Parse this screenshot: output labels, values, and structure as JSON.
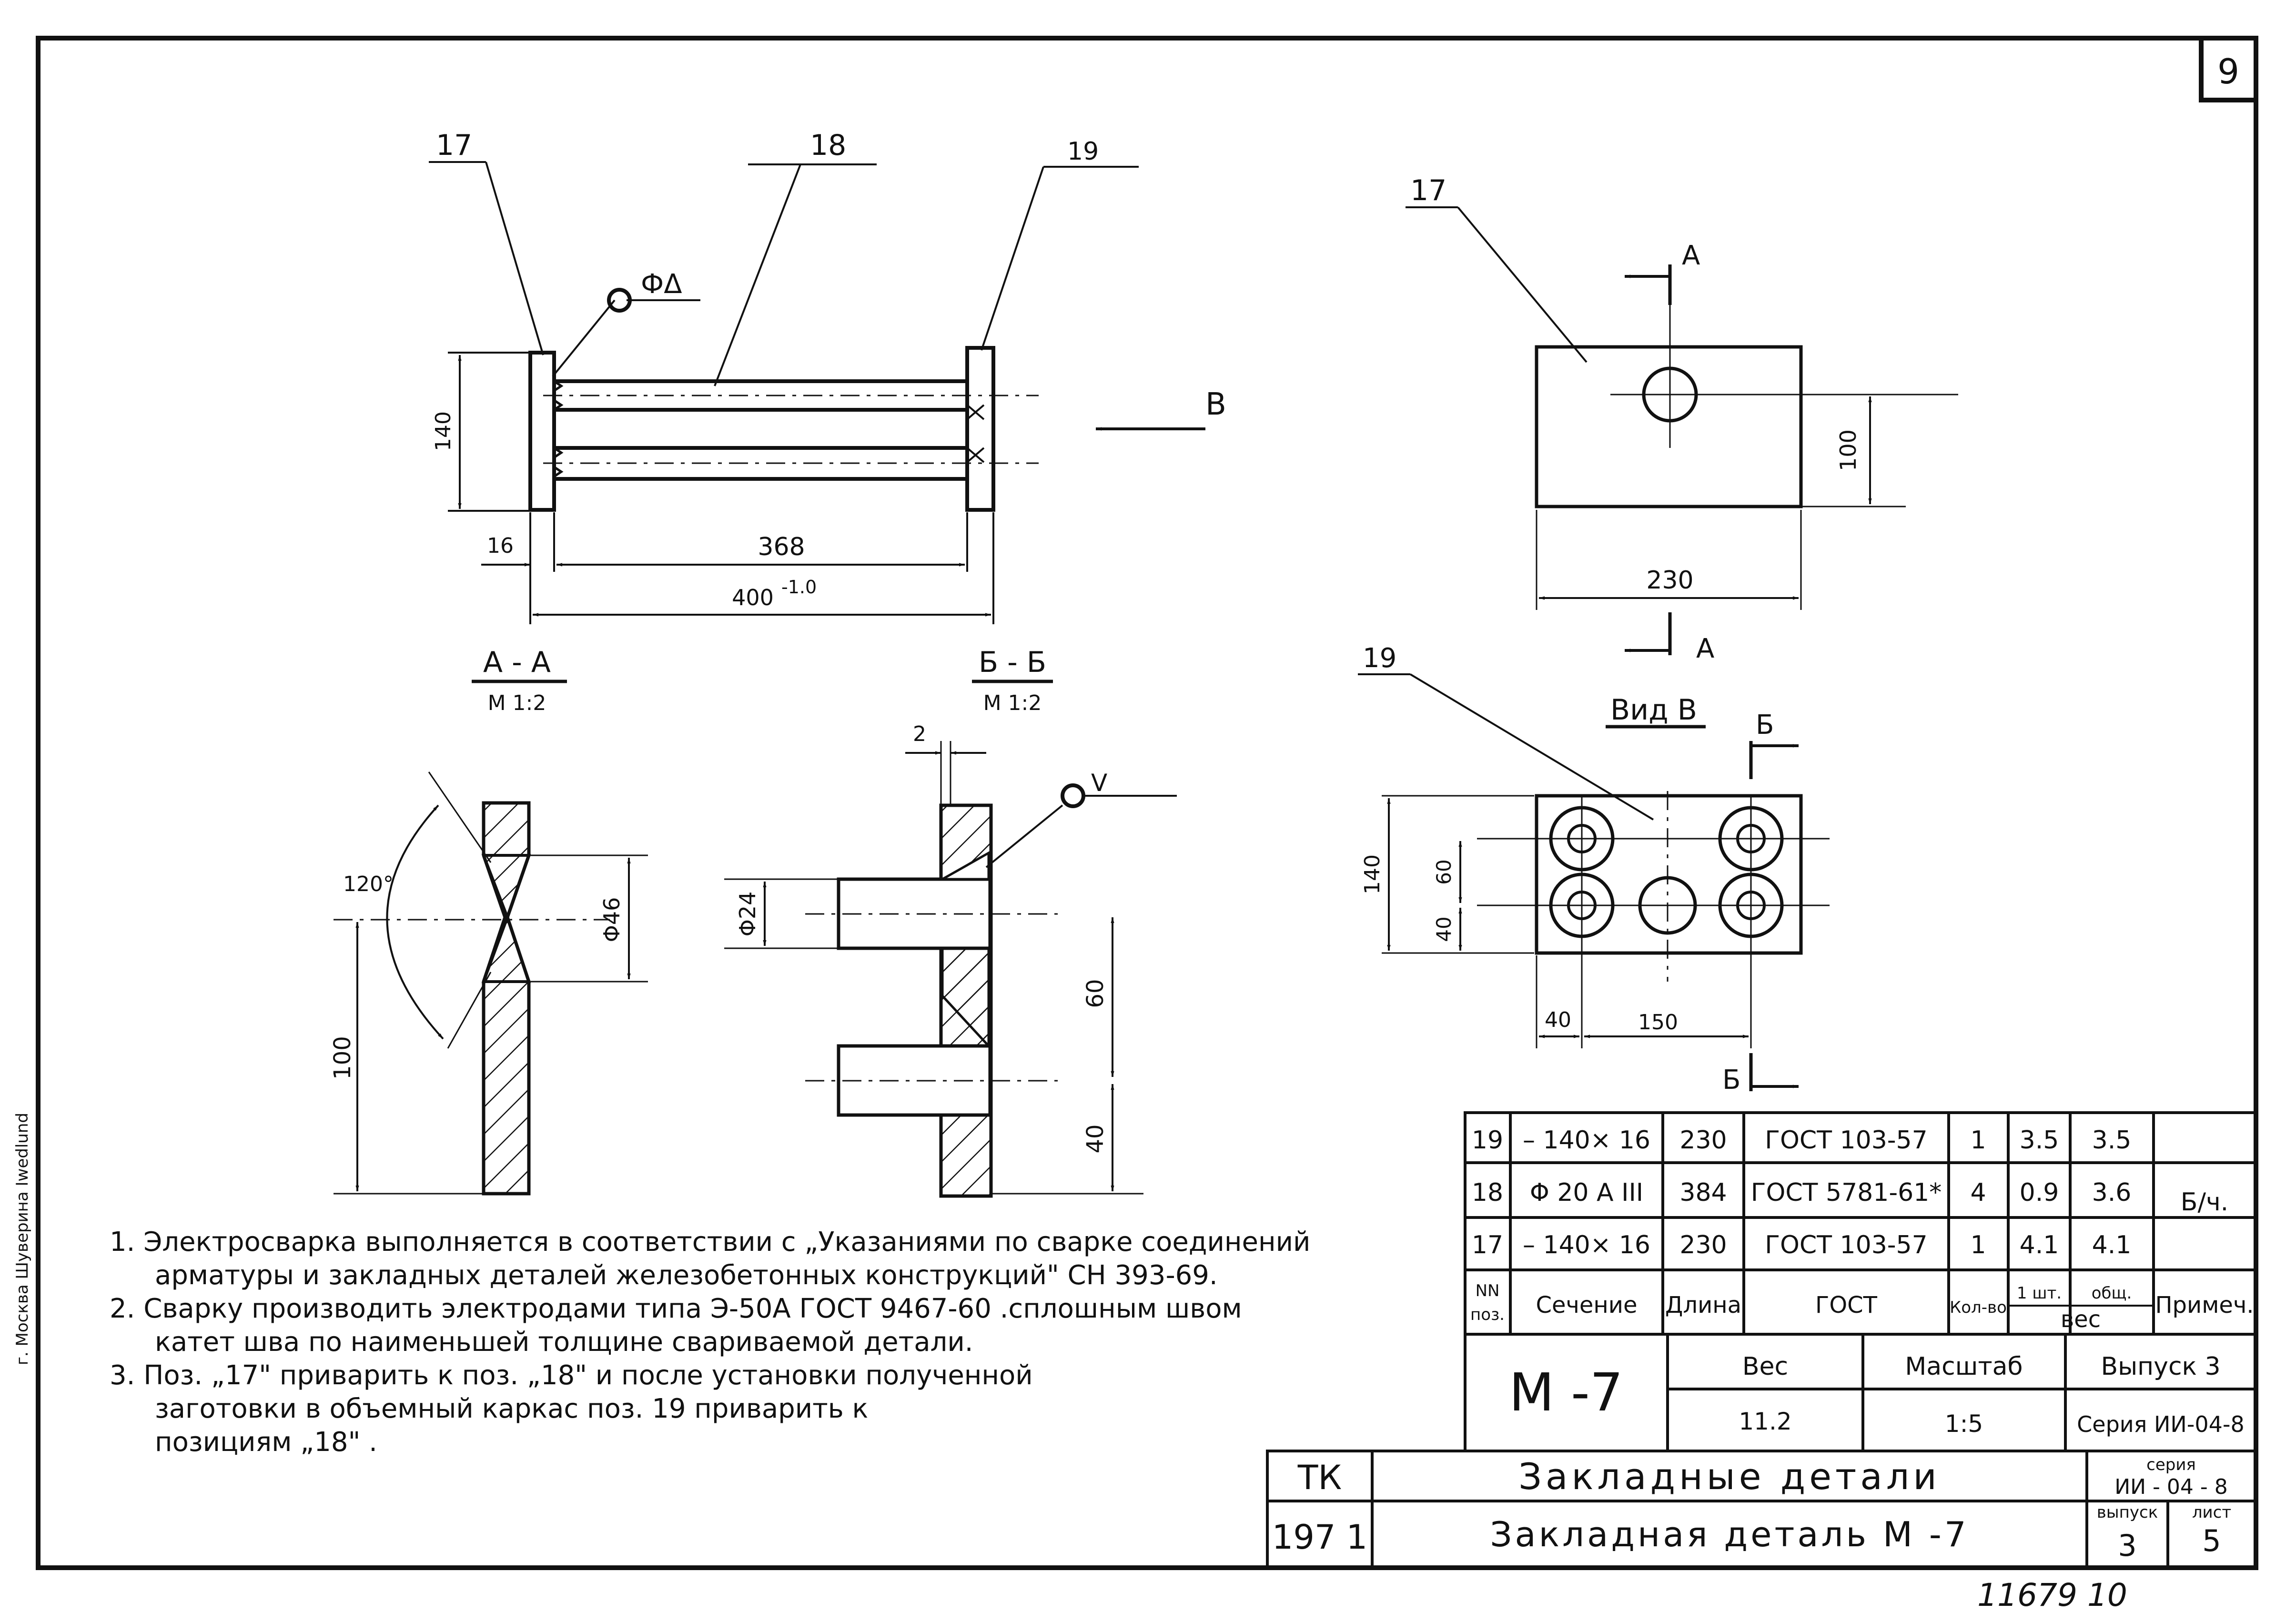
{
  "sheet_number": "9",
  "labels": {
    "pos17_front": "17",
    "pos18_front": "18",
    "pos19_front": "19",
    "pos17_plan": "17",
    "pos19_viewb": "19"
  },
  "weld_symbol_front": "ФΔ",
  "weld_symbol_section": "V",
  "arrow_b": "В",
  "dims": {
    "d140_front": "140",
    "d16": "16",
    "d368": "368",
    "d400": "400",
    "d400_tol": "-1.0",
    "d100_plan": "100",
    "d230_plan": "230",
    "d120deg": "120°",
    "d100_sec": "100",
    "phi46": "Φ46",
    "d2": "2",
    "phi24": "Φ24",
    "d60_sec": "60",
    "d40_sec": "40",
    "d140_viewb": "140",
    "d60_viewb": "60",
    "d40_viewb": "40",
    "d40_bottom": "40",
    "d150_bottom": "150"
  },
  "sections": {
    "aa_title": "А - А",
    "aa_scale": "М 1:2",
    "bb_title": "Б - Б",
    "bb_scale": "М 1:2",
    "vid_b": "Вид В",
    "cut_a_top": "А",
    "cut_a_bottom": "А",
    "cut_b_top": "Б",
    "cut_b_bottom": "Б"
  },
  "notes": [
    "1. Электросварка выполняется в соответствии с „Указаниями по сварке соединений",
    "арматуры и закладных деталей железобетонных конструкций\" СН 393-69.",
    "2. Сварку производить электродами типа Э-50А ГОСТ 9467-60 .сплошным швом",
    "катет шва по наименьшей толщине свариваемой детали.",
    "3. Поз. „17\" приварить к поз. „18\" и после установки полученной",
    "заготовки в объемный каркас поз. 19 приварить к",
    "позициям „18\" ."
  ],
  "spec_table": {
    "rows": [
      [
        "19",
        "– 140× 16",
        "230",
        "ГОСТ 103-57",
        "1",
        "3.5",
        "3.5"
      ],
      [
        "18",
        "Φ 20 А III",
        "384",
        "ГОСТ 5781-61*",
        "4",
        "0.9",
        "3.6"
      ],
      [
        "17",
        "– 140× 16",
        "230",
        "ГОСТ 103-57",
        "1",
        "4.1",
        "4.1"
      ]
    ],
    "note_b4": "Б/ч.",
    "header": {
      "nn": "NN",
      "poz": "поз.",
      "section": "Сечение",
      "length": "Длина",
      "gost": "ГОСТ",
      "qty": "Кол-во",
      "one": "1 шт.",
      "total": "общ.",
      "weight": "вес",
      "note": "Примеч."
    }
  },
  "title_block": {
    "mark": "М -7",
    "weight_label": "Вес",
    "weight_value": "11.2",
    "scale_label": "Масштаб",
    "scale_value": "1:5",
    "issue": "Выпуск 3",
    "series": "Серия ИИ-04-8",
    "tk": "ТК",
    "year": "197 1",
    "title1": "Закладные детали",
    "title2": "Закладная деталь М -7",
    "series_small_label": "серия",
    "series_small_value": "ИИ - 04 - 8",
    "issue_small_label": "выпуск",
    "issue_small_value": "3",
    "sheet_small_label": "лист",
    "sheet_small_value": "5"
  },
  "archive_number": "11679 10",
  "left_margin_text": "г. Москва   Шуверина   Iwedlund"
}
